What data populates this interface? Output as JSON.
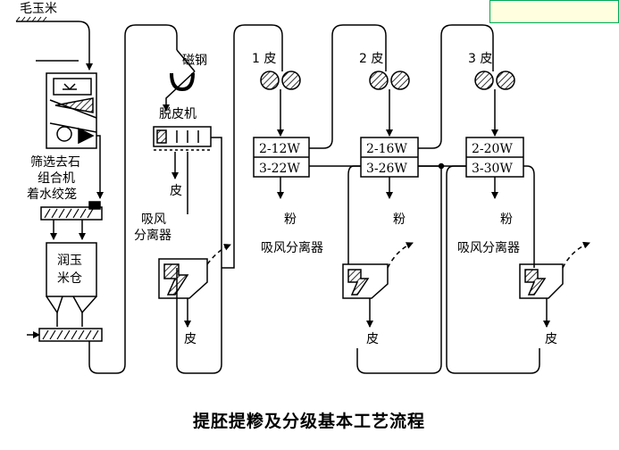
{
  "colors": {
    "line": "#000000",
    "note_fill": "#ffffe0",
    "note_border": "#00a859"
  },
  "diagram": {
    "title": "提胚提糁及分级基本工艺流程",
    "inputs": {
      "raw": "毛玉米"
    },
    "machines": {
      "screen": [
        "筛选去石",
        "组合机"
      ],
      "wetting": "着水绞笼",
      "bin": [
        "润玉",
        "米仓"
      ],
      "magnet": "磁钢",
      "dehuller": "脱皮机",
      "cyclone1": [
        "吸风",
        "分离器"
      ],
      "cyclone_common": "吸风分离器"
    },
    "stages": [
      {
        "roll": "1 皮",
        "sieve_top": "2-12W",
        "sieve_bottom": "3-22W",
        "product": "粉"
      },
      {
        "roll": "2 皮",
        "sieve_top": "2-16W",
        "sieve_bottom": "3-26W",
        "product": "粉"
      },
      {
        "roll": "3 皮",
        "sieve_top": "2-20W",
        "sieve_bottom": "3-30W",
        "product": "粉"
      }
    ],
    "outputs": {
      "bran": "皮"
    }
  }
}
